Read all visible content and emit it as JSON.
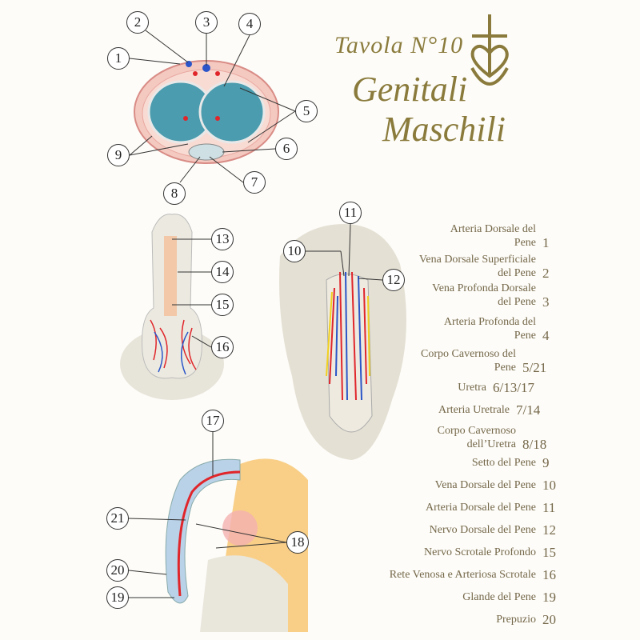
{
  "title": {
    "plate": "Tavola N°10",
    "line1": "Genitali",
    "line2": "Maschili"
  },
  "emblem_icon": "cross-heart-anchor-icon",
  "colors": {
    "title": "#8a7b3c",
    "text": "#75684a",
    "artery": "#e0262b",
    "vein": "#2b55c8",
    "nerve": "#f0d020"
  },
  "legend": [
    {
      "label": "Arteria Dorsale del Pene",
      "num": "1"
    },
    {
      "label": "Vena Dorsale Superficiale del Pene",
      "num": "2"
    },
    {
      "label": "Vena Profonda Dorsale del Pene",
      "num": "3"
    },
    {
      "label": "Arteria Profonda del Pene",
      "num": "4"
    },
    {
      "label": "Corpo Cavernoso del Pene",
      "num": "5/21"
    },
    {
      "label": "Uretra",
      "num": "6/13/17"
    },
    {
      "label": "Arteria Uretrale",
      "num": "7/14"
    },
    {
      "label": "Corpo Cavernoso dell’Uretra",
      "num": "8/18"
    },
    {
      "label": "Setto del Pene",
      "num": "9"
    },
    {
      "label": "Vena Dorsale del Pene",
      "num": "10"
    },
    {
      "label": "Arteria Dorsale del Pene",
      "num": "11"
    },
    {
      "label": "Nervo Dorsale del Pene",
      "num": "12"
    },
    {
      "label": "Nervo Scrotale Profondo",
      "num": "15"
    },
    {
      "label": "Rete Venosa e Arteriosa Scrotale",
      "num": "16"
    },
    {
      "label": "Glande del Pene",
      "num": "19"
    },
    {
      "label": "Prepuzio",
      "num": "20"
    }
  ],
  "callouts": [
    "1",
    "2",
    "3",
    "4",
    "5",
    "6",
    "7",
    "8",
    "9",
    "10",
    "11",
    "12",
    "13",
    "14",
    "15",
    "16",
    "17",
    "18",
    "19",
    "20",
    "21"
  ]
}
